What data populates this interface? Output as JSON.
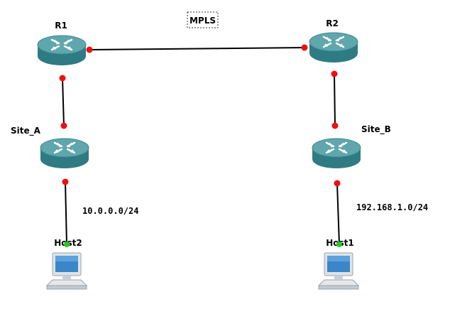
{
  "annotation": {
    "text": "MPLS"
  },
  "devices": {
    "r1": {
      "label": "R1",
      "type": "router",
      "icon": "router-icon"
    },
    "r2": {
      "label": "R2",
      "type": "router",
      "icon": "router-icon"
    },
    "site_a": {
      "label": "Site_A",
      "type": "router",
      "icon": "router-icon"
    },
    "site_b": {
      "label": "Site_B",
      "type": "router",
      "icon": "router-icon"
    },
    "host2": {
      "label": "Host2",
      "type": "host",
      "icon": "computer-icon"
    },
    "host1": {
      "label": "Host1",
      "type": "host",
      "icon": "computer-icon"
    }
  },
  "subnets": {
    "left": "10.0.0.0/24",
    "right": "192.168.1.0/24"
  },
  "links": [
    {
      "from": "r1",
      "to": "r2"
    },
    {
      "from": "r1",
      "to": "site_a"
    },
    {
      "from": "site_a",
      "to": "host2"
    },
    {
      "from": "r2",
      "to": "site_b"
    },
    {
      "from": "site_b",
      "to": "host1"
    }
  ],
  "colors": {
    "router_top": "#5a9fa6",
    "router_body": "#2f7b83",
    "port_up": "#ee1111",
    "port_host": "#22cc22"
  }
}
